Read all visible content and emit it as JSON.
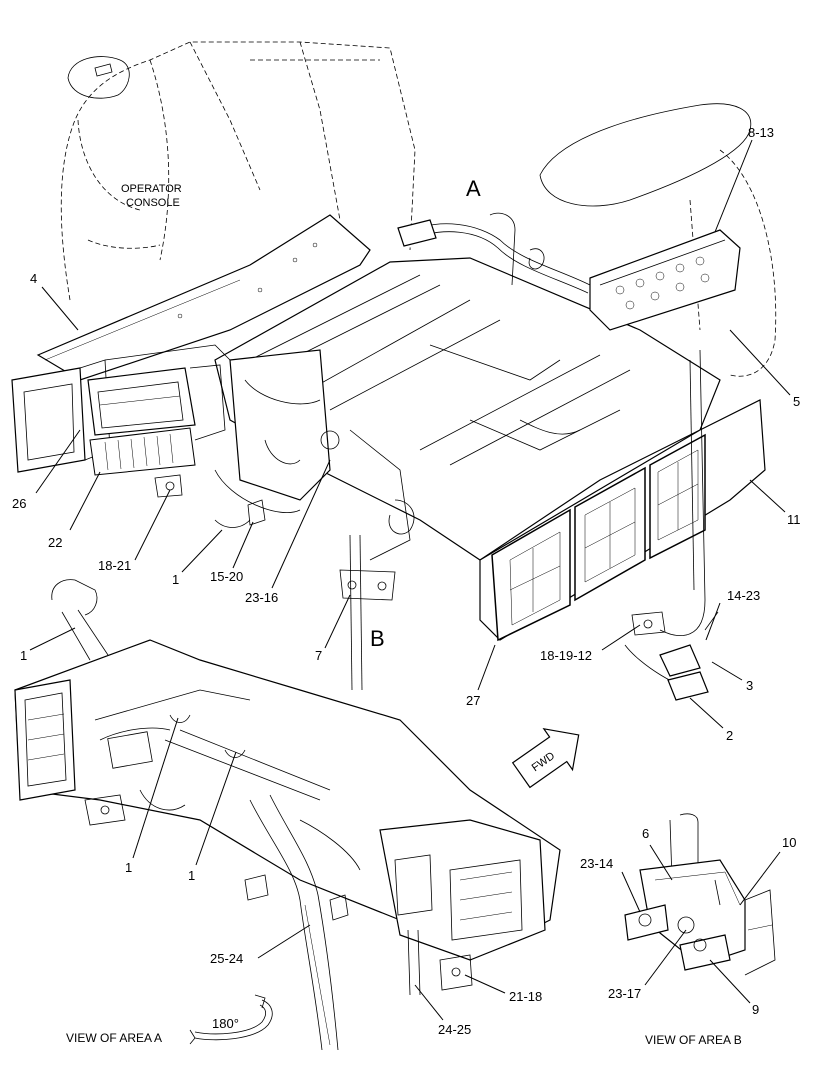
{
  "labels": {
    "operator_console_line1": "OPERATOR",
    "operator_console_line2": "CONSOLE",
    "area_a": "A",
    "area_b": "B",
    "view_area_a": "VIEW OF AREA A",
    "view_area_b": "VIEW OF AREA B",
    "rotation": "180°",
    "fwd": "FWD"
  },
  "callouts": {
    "c_8_13": "8-13",
    "c_4": "4",
    "c_5": "5",
    "c_26": "26",
    "c_22": "22",
    "c_11": "11",
    "c_18_21": "18-21",
    "c_1_a": "1",
    "c_15_20": "15-20",
    "c_23_16": "23-16",
    "c_14_23": "14-23",
    "c_7": "7",
    "c_18_19_12": "18-19-12",
    "c_3": "3",
    "c_1_b": "1",
    "c_27": "27",
    "c_2": "2",
    "c_1_c": "1",
    "c_1_d": "1",
    "c_6": "6",
    "c_10": "10",
    "c_23_14": "23-14",
    "c_25_24": "25-24",
    "c_23_17": "23-17",
    "c_9": "9",
    "c_21_18": "21-18",
    "c_24_25": "24-25"
  }
}
